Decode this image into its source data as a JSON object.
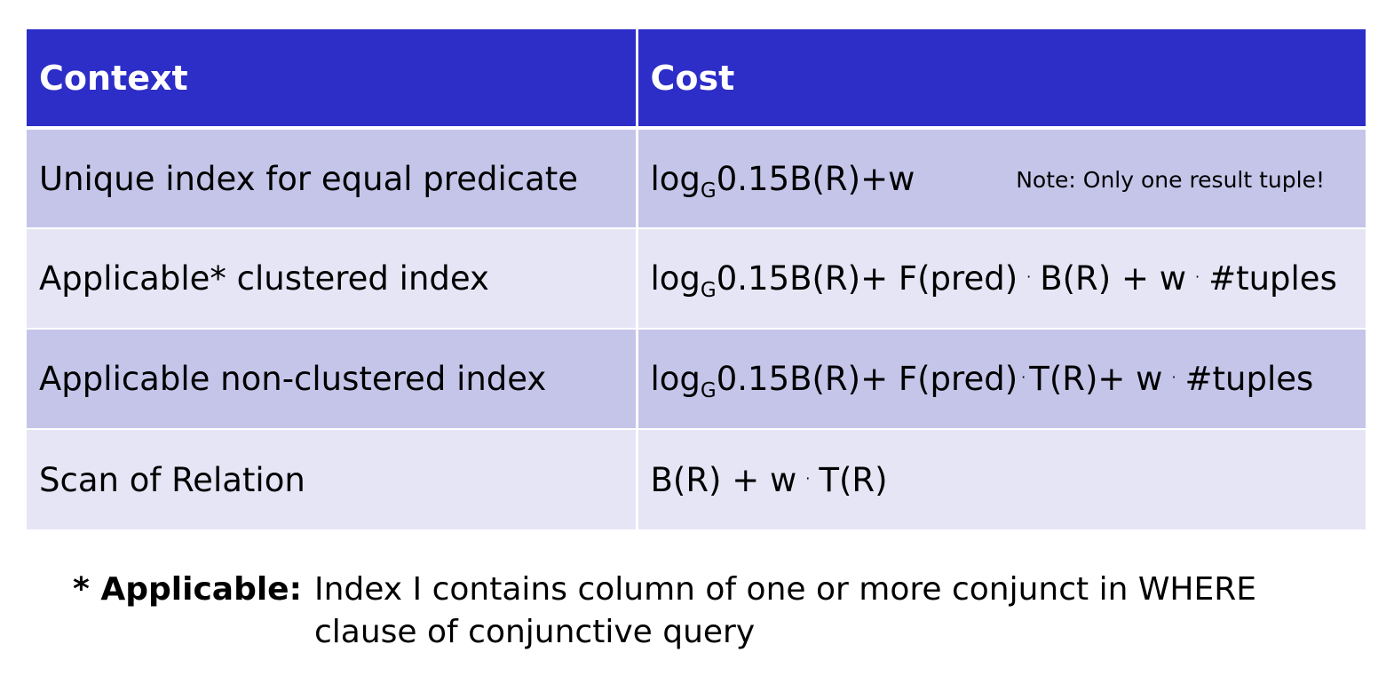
{
  "table": {
    "headers": [
      "Context",
      "Cost"
    ],
    "rows": [
      {
        "context": "Unique index for equal predicate",
        "cost": {
          "log": "log",
          "sub": "G",
          "expr": "0.15B(R)+w"
        },
        "note": "Note: Only one result tuple!"
      },
      {
        "context": "Applicable* clustered index",
        "cost": {
          "log": "log",
          "sub": "G",
          "part1": "0.15B(R)+ F(pred)",
          "part2": "B(R) + w",
          "part3": "#tuples"
        }
      },
      {
        "context": "Applicable non-clustered index",
        "cost": {
          "log": "log",
          "sub": "G",
          "part1": "0.15B(R)+ F(pred)",
          "part2": "T(R)+ w",
          "part3": "#tuples"
        }
      },
      {
        "context": "Scan of Relation",
        "cost": {
          "part1": "B(R) + w",
          "part2": "T(R)"
        }
      }
    ],
    "dot_symbol": "·"
  },
  "footnote": {
    "label": "* Applicable:",
    "text": "Index I contains column of one or more conjunct in WHERE clause of conjunctive query"
  },
  "colors": {
    "header_bg": "#2d2dc8",
    "row_dark": "#c5c5ea",
    "row_light": "#e5e5f6"
  }
}
